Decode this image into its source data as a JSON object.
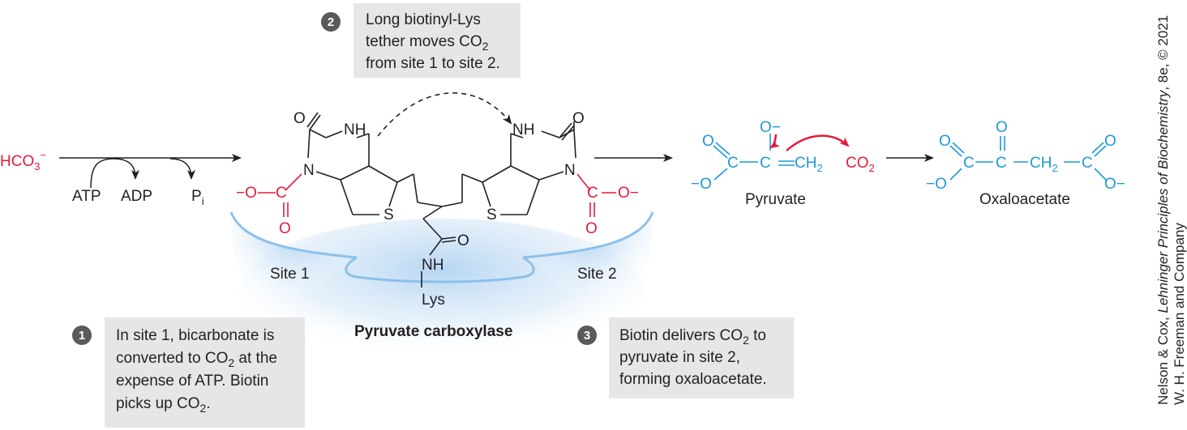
{
  "steps": [
    {
      "number": "1",
      "lines": [
        "In site 1, bicarbonate is",
        "converted to CO",
        "2",
        " at the",
        "expense of ATP.  Biotin",
        "picks up CO",
        "2",
        "."
      ]
    },
    {
      "number": "2",
      "lines": [
        "Long biotinyl-Lys",
        "tether moves CO",
        "2",
        "from site 1 to site 2."
      ]
    },
    {
      "number": "3",
      "lines": [
        "Biotin delivers CO",
        "2",
        " to",
        "pyruvate in site 2,",
        "forming oxaloacetate."
      ]
    }
  ],
  "reactants": {
    "bicarbonate": "HCO",
    "bicarbonate_sub": "3",
    "bicarbonate_sup": "−",
    "atp": "ATP",
    "adp": "ADP",
    "pi": "P",
    "pi_sub": "i"
  },
  "enzyme": {
    "name": "Pyruvate carboxylase",
    "site1": "Site 1",
    "site2": "Site 2",
    "lys": "Lys"
  },
  "atoms": {
    "O": "O",
    "NH": "NH",
    "N": "N",
    "S": "S",
    "C": "C",
    "neg_O": "−O",
    "O_neg": "O−",
    "CH2": "CH",
    "two": "2"
  },
  "products": {
    "pyruvate": "Pyruvate",
    "co2": "CO",
    "co2_sub": "2",
    "oxaloacetate": "Oxaloacetate"
  },
  "credit": {
    "line1_a": "Nelson & Cox, ",
    "line1_b": "Lehninger Principles of Biochemistry",
    "line1_c": ", 8e, © 2021",
    "line2": "W. H. Freeman and Company"
  },
  "colors": {
    "red": "#e31b3b",
    "blue": "#1d9ad6",
    "box": "#e6e6e6",
    "enzyme": "#a9cff0"
  }
}
